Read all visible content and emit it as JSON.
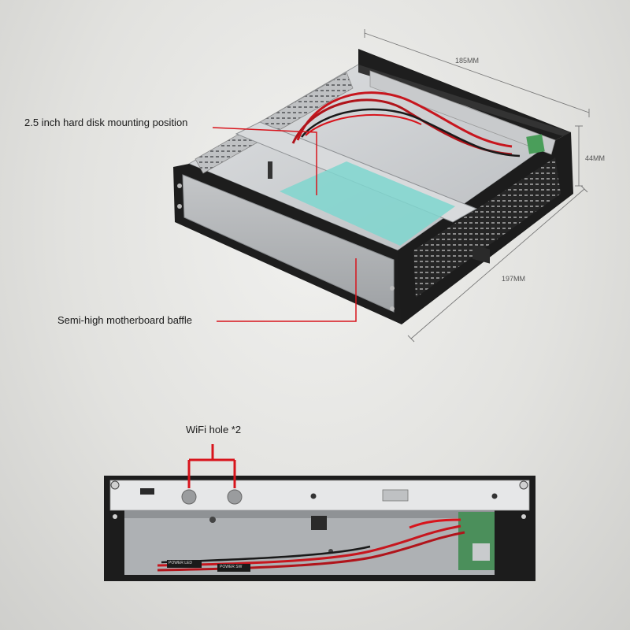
{
  "callouts": {
    "hdd_label": "2.5 inch hard disk mounting position",
    "baffle_label": "Semi-high motherboard baffle",
    "wifi_label": "WiFi hole *2"
  },
  "dimensions": {
    "width": "185MM",
    "height": "44MM",
    "depth": "197MM"
  },
  "board_text": {
    "power_led": "POWER LED",
    "power_sw": "POWER SW"
  },
  "colors": {
    "callout_red": "#d8141c",
    "hdd_highlight": "#7fd6cf",
    "chassis_black": "#1c1c1c",
    "sheet_metal": "#c9cbcd"
  }
}
